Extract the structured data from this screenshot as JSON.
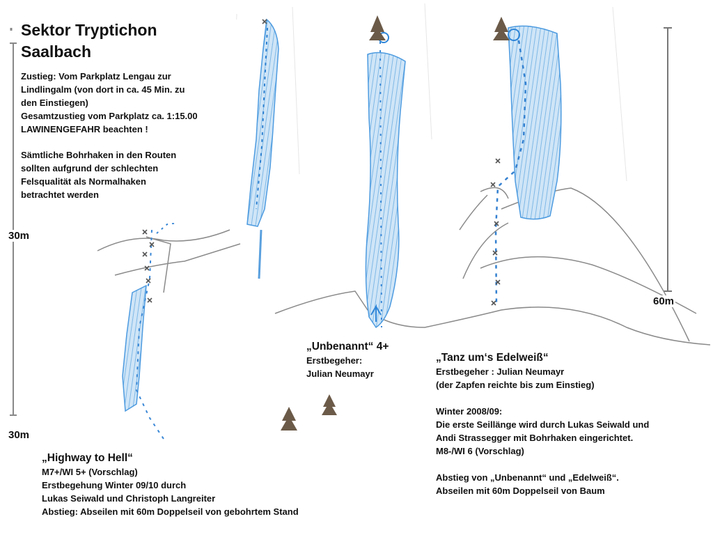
{
  "header": {
    "title_line1": "Sektor Tryptichon",
    "title_line2": "Saalbach"
  },
  "intro": {
    "lines": [
      "Zustieg:  Vom Parkplatz Lengau zur",
      "Lindlingalm (von dort in ca. 45 Min. zu",
      "den Einstiegen)",
      "Gesamtzustieg vom  Parkplatz ca. 1:15.00",
      "LAWINENGEFAHR beachten !"
    ],
    "note_lines": [
      "Sämtliche Bohrhaken in den Routen",
      "sollten aufgrund der schlechten",
      "Felsqualität als Normalhaken",
      "betrachtet werden"
    ]
  },
  "scale_labels": {
    "left_upper": "30m",
    "left_lower": "30m",
    "right": "60m"
  },
  "routes": {
    "highway": {
      "name": "„Highway to Hell“",
      "lines": [
        "M7+/WI 5+ (Vorschlag)",
        "Erstbegehung Winter 09/10 durch",
        "Lukas Seiwald  und  Christoph Langreiter",
        "Abstieg: Abseilen mit 60m Doppelseil von  gebohrtem Stand"
      ]
    },
    "unbenannt": {
      "name": "„Unbenannt“ 4+",
      "lines": [
        "Erstbegeher:",
        "Julian Neumayr"
      ]
    },
    "edelweiss": {
      "name": "„Tanz um‘s Edelweiß“",
      "lines": [
        "Erstbegeher : Julian Neumayr",
        "(der Zapfen reichte bis zum Einstieg)"
      ],
      "lines2": [
        "Winter 2008/09:",
        "Die erste Seillänge wird durch Lukas Seiwald und",
        "Andi Strassegger mit Bohrhaken  eingerichtet.",
        "M8-/WI 6 (Vorschlag)"
      ],
      "lines3": [
        "Abstieg von „Unbenannt“ und „Edelweiß“.",
        "Abseilen  mit 60m Doppelseil von Baum"
      ]
    }
  },
  "colors": {
    "ice": "#8fc3ec",
    "ice_dark": "#3f8fd6",
    "pencil": "#7d7d7d",
    "tree": "#5a4a3a"
  }
}
